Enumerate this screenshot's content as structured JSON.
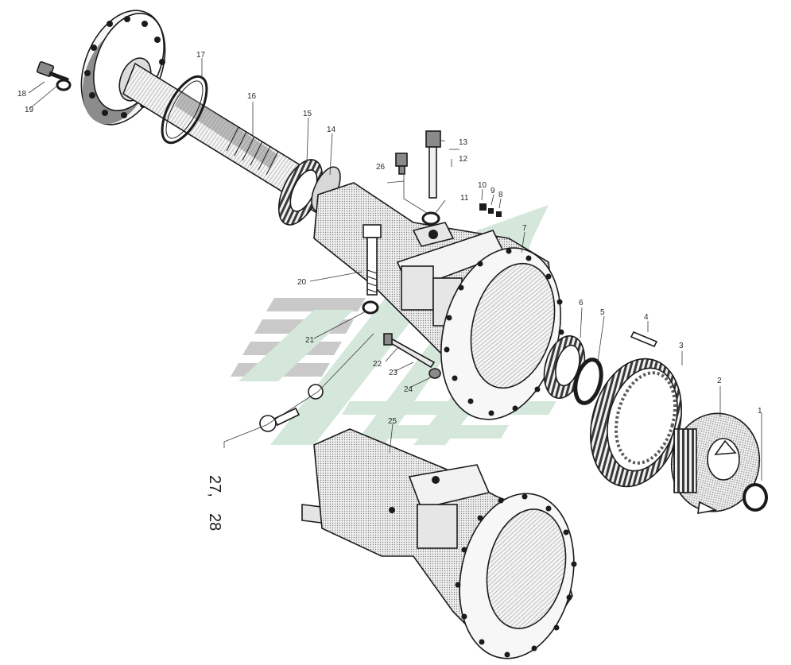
{
  "colors": {
    "background": "#ffffff",
    "ink": "#1b1b1b",
    "watermark_gray": "#c4c4c4",
    "watermark_green": "#cfe3d6",
    "metal_fill": "#efefef",
    "shade_fill": "#9a9a9a"
  },
  "callouts": [
    {
      "id": "1",
      "label": "1"
    },
    {
      "id": "2",
      "label": "2"
    },
    {
      "id": "3",
      "label": "3"
    },
    {
      "id": "4",
      "label": "4"
    },
    {
      "id": "5",
      "label": "5"
    },
    {
      "id": "6",
      "label": "6"
    },
    {
      "id": "7",
      "label": "7"
    },
    {
      "id": "8",
      "label": "8"
    },
    {
      "id": "9",
      "label": "9"
    },
    {
      "id": "10",
      "label": "10"
    },
    {
      "id": "11",
      "label": "11"
    },
    {
      "id": "12",
      "label": "12"
    },
    {
      "id": "13",
      "label": "13"
    },
    {
      "id": "14",
      "label": "14"
    },
    {
      "id": "15",
      "label": "15"
    },
    {
      "id": "16",
      "label": "16"
    },
    {
      "id": "17",
      "label": "17"
    },
    {
      "id": "18",
      "label": "18"
    },
    {
      "id": "19",
      "label": "19"
    },
    {
      "id": "20",
      "label": "20"
    },
    {
      "id": "21",
      "label": "21"
    },
    {
      "id": "22",
      "label": "22"
    },
    {
      "id": "23",
      "label": "23"
    },
    {
      "id": "24",
      "label": "24"
    },
    {
      "id": "25",
      "label": "25"
    },
    {
      "id": "26",
      "label": "26"
    }
  ],
  "big_callout": {
    "line1": "27,",
    "line2": "28"
  }
}
